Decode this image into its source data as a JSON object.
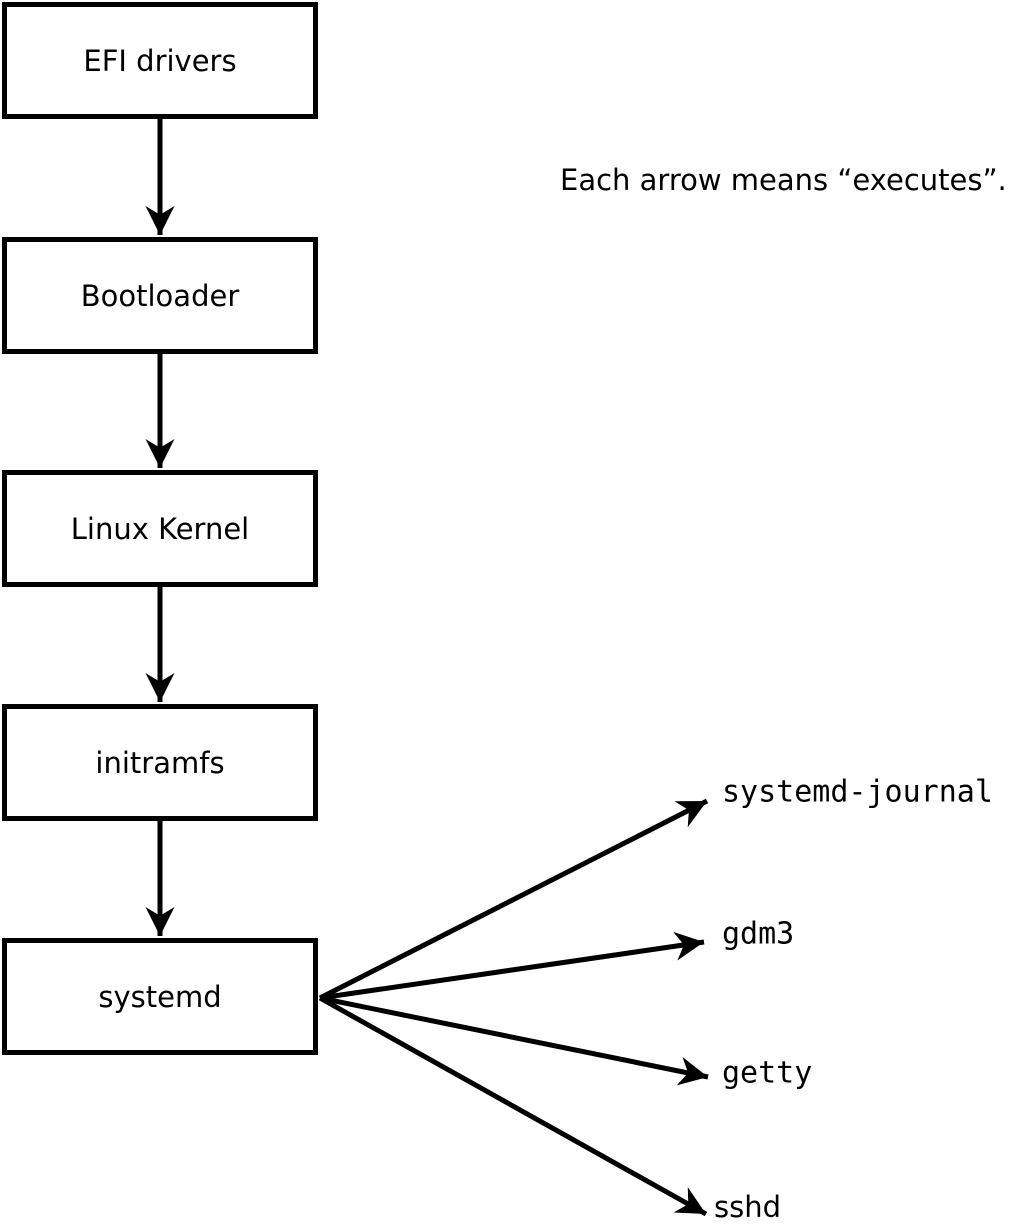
{
  "diagram": {
    "annotation": "Each arrow means “executes”.",
    "boxes": [
      {
        "label": "EFI drivers"
      },
      {
        "label": "Bootloader"
      },
      {
        "label": "Linux Kernel"
      },
      {
        "label": "initramfs"
      },
      {
        "label": "systemd"
      }
    ],
    "targets": [
      {
        "label": "systemd-journal"
      },
      {
        "label": "gdm3"
      },
      {
        "label": "getty"
      },
      {
        "label": "sshd"
      }
    ],
    "edges": [
      {
        "from": "EFI drivers",
        "to": "Bootloader"
      },
      {
        "from": "Bootloader",
        "to": "Linux Kernel"
      },
      {
        "from": "Linux Kernel",
        "to": "initramfs"
      },
      {
        "from": "initramfs",
        "to": "systemd"
      },
      {
        "from": "systemd",
        "to": "systemd-journal"
      },
      {
        "from": "systemd",
        "to": "gdm3"
      },
      {
        "from": "systemd",
        "to": "getty"
      },
      {
        "from": "systemd",
        "to": "sshd"
      }
    ],
    "colors": {
      "line": "#000000",
      "box_border": "#000000",
      "box_fill": "#ffffff",
      "background": "#ffffff",
      "text": "#000000"
    }
  }
}
